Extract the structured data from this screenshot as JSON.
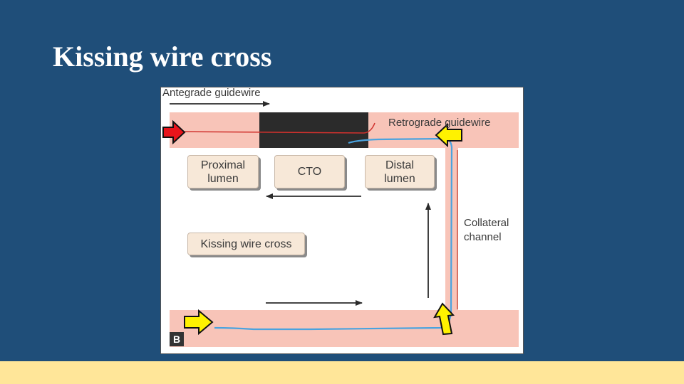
{
  "slide": {
    "title": "Kissing wire cross"
  },
  "figure": {
    "panel_letter": "B",
    "labels": {
      "antegrade": "Antegrade guidewire",
      "retrograde": "Retrograde guidewire",
      "collateral": "Collateral\nchannel"
    },
    "boxes": {
      "proximal": "Proximal\nlumen",
      "cto": "CTO",
      "distal": "Distal\nlumen",
      "kissing": "Kissing wire cross"
    },
    "colors": {
      "vessel": "#f8c4b8",
      "occlusion": "#2b2b2b",
      "antegrade_wire": "#d0312d",
      "retrograde_wire": "#4aa3df",
      "red_marker": "#e8141b",
      "yellow_marker": "#fff200"
    }
  }
}
